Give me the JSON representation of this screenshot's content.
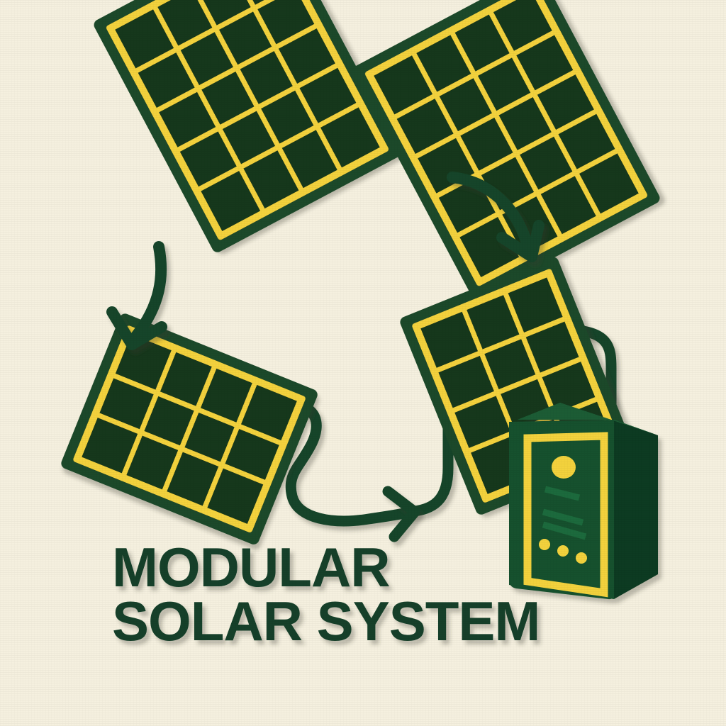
{
  "poster": {
    "title_line1": "MODULAR",
    "title_line2": "SOLAR SYSTEM",
    "background_color": "#f5f0df",
    "accent_yellow": "#f3d23c",
    "panel_cell_green": "#17391f",
    "frame_green": "#1a4a2a",
    "box_green": "#16512e",
    "box_side_green": "#0f3a21",
    "line_green": "#13402a",
    "bar_green": "#1e6b3c",
    "shadow_color": "#2b2b2b"
  },
  "components": {
    "panel_top_left": {
      "name": "Solar panel module A",
      "cols": 4,
      "rows": 5,
      "rotation_deg": -28
    },
    "panel_top_right": {
      "name": "Solar panel module B",
      "cols": 4,
      "rows": 5,
      "rotation_deg": -28
    },
    "panel_mid_left": {
      "name": "Solar panel module C",
      "cols": 4,
      "rows": 3,
      "rotation_deg": 22
    },
    "panel_mid_right": {
      "name": "Solar panel module D",
      "cols": 3,
      "rows": 4,
      "rotation_deg": -22
    },
    "inverter": {
      "name": "Inverter / battery unit",
      "indicator_count": 1,
      "vent_bar_count": 3,
      "status_dot_count": 3
    }
  },
  "connectors": {
    "arrow_left": "curved arrow from panel A down to panel C",
    "arrow_right": "curved arrow from panel B down to panel D",
    "cable_panel_c": "cable from panel C to junction",
    "cable_panel_d": "cable from panel D to junction",
    "cable_inverter": "cable from panel D to inverter top"
  }
}
